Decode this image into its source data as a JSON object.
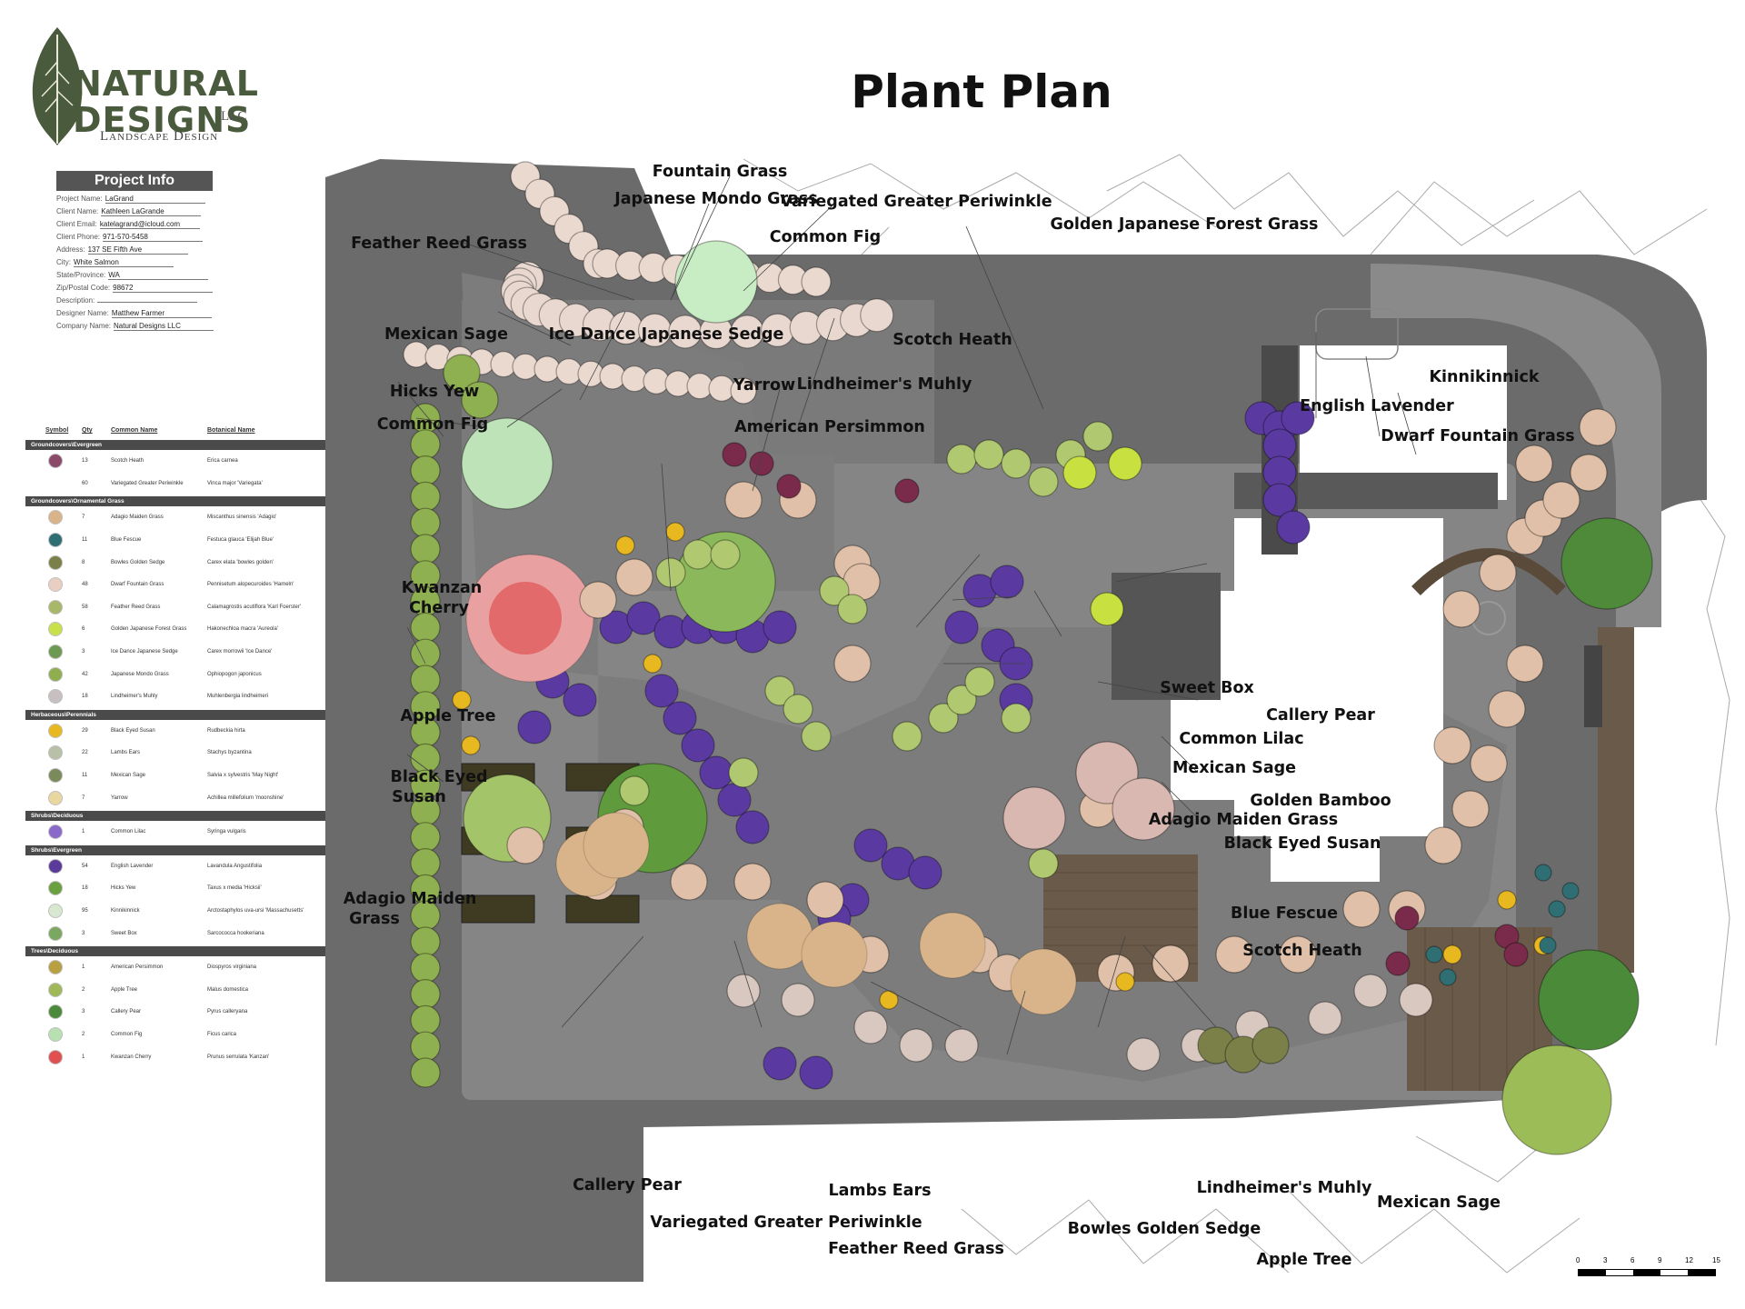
{
  "brand": {
    "line1": "NATURAL",
    "line2": "DESIGNS",
    "suffix": "LLC",
    "tagline": "Landscape Design"
  },
  "title": "Plant Plan",
  "project_info": {
    "heading": "Project Info",
    "fields": [
      {
        "label": "Project Name:",
        "value": "LaGrand"
      },
      {
        "label": "Client Name:",
        "value": "Kathleen LaGrande"
      },
      {
        "label": "Client Email:",
        "value": "katelagrand@icloud.com"
      },
      {
        "label": "Client Phone:",
        "value": "971-570-5458"
      },
      {
        "label": "Address:",
        "value": "137 SE Fifth Ave"
      },
      {
        "label": "City:",
        "value": "White Salmon"
      },
      {
        "label": "State/Province:",
        "value": "WA"
      },
      {
        "label": "Zip/Postal Code:",
        "value": "98672"
      },
      {
        "label": "Description:",
        "value": ""
      },
      {
        "label": "Designer Name:",
        "value": "Matthew Farmer"
      },
      {
        "label": "Company Name:",
        "value": "Natural Designs LLC"
      }
    ]
  },
  "legend": {
    "columns": [
      "Symbol",
      "Qty",
      "Common Name",
      "Botanical Name"
    ],
    "categories": [
      {
        "name": "Groundcovers\\Evergreen",
        "items": [
          {
            "qty": "13",
            "common": "Scotch Heath",
            "botanical": "Erica carnea",
            "color": "#8b4a6a"
          },
          {
            "qty": "60",
            "common": "Variegated Greater Periwinkle",
            "botanical": "Vinca major 'Variegata'",
            "color": ""
          }
        ]
      },
      {
        "name": "Groundcovers\\Ornamental Grass",
        "items": [
          {
            "qty": "7",
            "common": "Adagio Maiden Grass",
            "botanical": "Miscanthus sinensis 'Adagio'",
            "color": "#d9b48a"
          },
          {
            "qty": "11",
            "common": "Blue Fescue",
            "botanical": "Festuca glauca 'Elijah Blue'",
            "color": "#2f6e73"
          },
          {
            "qty": "8",
            "common": "Bowles Golden Sedge",
            "botanical": "Carex elata 'bowles golden'",
            "color": "#7a8048"
          },
          {
            "qty": "48",
            "common": "Dwarf Fountain Grass",
            "botanical": "Pennisetum alopecuroides 'Hameln'",
            "color": "#e8cfc2"
          },
          {
            "qty": "58",
            "common": "Feather Reed Grass",
            "botanical": "Calamagrostis acutiflora 'Karl Foerster'",
            "color": "#a8b86a"
          },
          {
            "qty": "6",
            "common": "Golden Japanese Forest Grass",
            "botanical": "Hakonechloa macra 'Aureola'",
            "color": "#c8e04a"
          },
          {
            "qty": "3",
            "common": "Ice Dance Japanese Sedge",
            "botanical": "Carex morrowii 'Ice Dance'",
            "color": "#6c9a52"
          },
          {
            "qty": "42",
            "common": "Japanese Mondo Grass",
            "botanical": "Ophiopogon japonicus",
            "color": "#8fae50"
          },
          {
            "qty": "18",
            "common": "Lindheimer's Muhly",
            "botanical": "Muhlenbergia lindheimeri",
            "color": "#c8c0c0"
          }
        ]
      },
      {
        "name": "Herbaceous\\Perennials",
        "items": [
          {
            "qty": "29",
            "common": "Black Eyed Susan",
            "botanical": "Rudbeckia hirta",
            "color": "#e8b820"
          },
          {
            "qty": "22",
            "common": "Lambs Ears",
            "botanical": "Stachys byzantina",
            "color": "#b8c0a8"
          },
          {
            "qty": "11",
            "common": "Mexican Sage",
            "botanical": "Salvia x sylvestris 'May Night'",
            "color": "#7a8a5a"
          },
          {
            "qty": "7",
            "common": "Yarrow",
            "botanical": "Achillea millefolium 'moonshine'",
            "color": "#e8d8a0"
          }
        ]
      },
      {
        "name": "Shrubs\\Deciduous",
        "items": [
          {
            "qty": "1",
            "common": "Common Lilac",
            "botanical": "Syringa vulgaris",
            "color": "#8a6ac8"
          }
        ]
      },
      {
        "name": "Shrubs\\Evergreen",
        "items": [
          {
            "qty": "54",
            "common": "English Lavender",
            "botanical": "Lavandula Angustifolia",
            "color": "#5a3a9a"
          },
          {
            "qty": "18",
            "common": "Hicks Yew",
            "botanical": "Taxus x media 'Hicksii'",
            "color": "#6aa040"
          },
          {
            "qty": "95",
            "common": "Kinnikinnick",
            "botanical": "Arctostaphylos uva-ursi 'Massachusetts'",
            "color": "#d8e8d0"
          },
          {
            "qty": "3",
            "common": "Sweet Box",
            "botanical": "Sarcococca hookeriana",
            "color": "#7aa860"
          }
        ]
      },
      {
        "name": "Trees\\Deciduous",
        "items": [
          {
            "qty": "1",
            "common": "American Persimmon",
            "botanical": "Diospyros virginiana",
            "color": "#b8a040"
          },
          {
            "qty": "2",
            "common": "Apple Tree",
            "botanical": "Malus domestica",
            "color": "#a0b858"
          },
          {
            "qty": "3",
            "common": "Callery Pear",
            "botanical": "Pyrus calleryana",
            "color": "#4a8a3a"
          },
          {
            "qty": "2",
            "common": "Common Fig",
            "botanical": "Ficus carica",
            "color": "#b8e0b0"
          },
          {
            "qty": "1",
            "common": "Kwanzan Cherry",
            "botanical": "Prunus serrulata 'Kanzan'",
            "color": "#e05050"
          }
        ]
      }
    ]
  },
  "labels": {
    "fountain_grass": "Fountain Grass",
    "japanese_mondo_grass": "Japanese Mondo Grass",
    "variegated_periwinkle_top": "Variegated Greater Periwinkle",
    "golden_forest_grass": "Golden Japanese Forest Grass",
    "common_fig_top": "Common Fig",
    "feather_reed_grass_top": "Feather Reed Grass",
    "mexican_sage_left": "Mexican Sage",
    "ice_dance_sedge": "Ice Dance Japanese Sedge",
    "scotch_heath_top": "Scotch Heath",
    "hicks_yew": "Hicks Yew",
    "yarrow": "Yarrow",
    "lindheimers_muhly_top": "Lindheimer's Muhly",
    "common_fig_left": "Common Fig",
    "american_persimmon": "American Persimmon",
    "kinnikinnick": "Kinnikinnick",
    "english_lavender": "English Lavender",
    "dwarf_fountain_grass": "Dwarf Fountain Grass",
    "kwanzan_1": "Kwanzan",
    "kwanzan_2": "Cherry",
    "sweet_box": "Sweet Box",
    "callery_pear_right": "Callery Pear",
    "common_lilac": "Common Lilac",
    "apple_tree_left": "Apple Tree",
    "mexican_sage_center": "Mexican Sage",
    "black_eyed_1": "Black Eyed",
    "black_eyed_2": "Susan",
    "golden_bamboo": "Golden Bamboo",
    "adagio_center": "Adagio Maiden Grass",
    "black_eyed_center": "Black Eyed Susan",
    "adagio_left_1": "Adagio Maiden",
    "adagio_left_2": "Grass",
    "blue_fescue": "Blue Fescue",
    "scotch_heath_center": "Scotch Heath",
    "callery_pear_bottom": "Callery Pear",
    "lambs_ears": "Lambs Ears",
    "lindheimers_muhly_bottom": "Lindheimer's Muhly",
    "mexican_sage_bottom": "Mexican Sage",
    "variegated_periwinkle_bottom": "Variegated Greater Periwinkle",
    "bowles_golden_sedge": "Bowles Golden Sedge",
    "feather_reed_grass_bottom": "Feather Reed Grass",
    "apple_tree_bottom": "Apple Tree"
  },
  "scale": {
    "ticks": [
      "0",
      "3",
      "6",
      "9",
      "12",
      "15"
    ]
  }
}
